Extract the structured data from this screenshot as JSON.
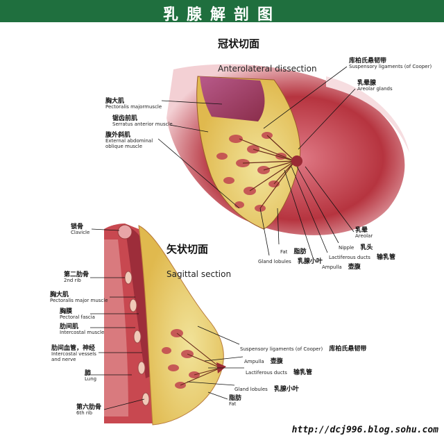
{
  "header": {
    "title": "乳腺解剖图"
  },
  "coronal": {
    "title_zh": "冠状切面",
    "title_en": "Anterolateral dissection",
    "labels": {
      "suspensory": {
        "zh": "库柏氏悬韧带",
        "en": "Suspensory ligaments (of Cooper)"
      },
      "areolar_glands": {
        "zh": "乳晕腺",
        "en": "Areolar glands"
      },
      "pectoralis": {
        "zh": "胸大肌",
        "en": "Pectoralis majormuscle"
      },
      "serratus": {
        "zh": "锯齿前肌",
        "en": "Serratus anterior muscle"
      },
      "oblique": {
        "zh": "腹外斜肌",
        "en1": "External abdominal",
        "en2": "oblique muscle"
      },
      "areola": {
        "zh": "乳晕",
        "en": "Areolar"
      },
      "nipple": {
        "zh": "乳头",
        "en": "Nipple"
      },
      "lactiferous": {
        "zh": "输乳管",
        "en": "Lactiferous ducts"
      },
      "ampulla": {
        "zh": "壶腹",
        "en": "Ampulla"
      },
      "fat": {
        "zh": "脂肪",
        "en": "Fat"
      },
      "glands": {
        "zh": "乳腺小叶",
        "en": "Gland lobules"
      }
    }
  },
  "sagittal": {
    "title_zh": "矢状切面",
    "title_en": "Sagittal section",
    "labels": {
      "clavicle": {
        "zh": "锁骨",
        "en": "Clavicle"
      },
      "rib2": {
        "zh": "第二肋骨",
        "en": "2nd rib"
      },
      "pectoralis": {
        "zh": "胸大肌",
        "en": "Pectoralis major muscle"
      },
      "fascia": {
        "zh": "胸膜",
        "en": "Pectoral fascia"
      },
      "intercostal": {
        "zh": "肋间肌",
        "en": "Intercostal muscle"
      },
      "vessels": {
        "zh": "肋间血管，神经",
        "en1": "Intercostal vessels",
        "en2": "and nerve"
      },
      "lung": {
        "zh": "肺",
        "en": "Lung"
      },
      "rib6": {
        "zh": "第六肋骨",
        "en": "6th rib"
      },
      "suspensory": {
        "zh": "库柏氏悬韧带",
        "en": "Suspensory ligaments (of Cooper)"
      },
      "ampulla": {
        "zh": "壶腹",
        "en": "Ampulla"
      },
      "lactiferous": {
        "zh": "输乳管",
        "en": "Lactiferous ducts"
      },
      "glands": {
        "zh": "乳腺小叶",
        "en": "Gland lobules"
      },
      "fat": {
        "zh": "脂肪",
        "en": "Fat"
      }
    }
  },
  "watermark": "http://dcj996.blog.sohu.com"
}
